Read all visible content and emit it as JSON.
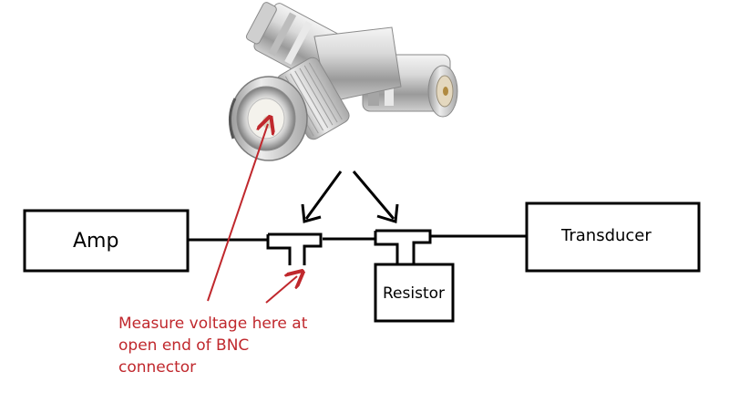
{
  "blocks": {
    "amp": "Amp",
    "transducer": "Transducer",
    "resistor": "Resistor"
  },
  "annotation": {
    "lines": [
      "Measure voltage here at",
      "open end of BNC",
      "connector"
    ],
    "color": "#c0282d"
  },
  "photo": {
    "subject": "BNC T connector",
    "icon": "bnc-t-connector-icon"
  },
  "colors": {
    "wire": "#000000",
    "metal_light": "#e6e6e6",
    "metal_mid": "#b5b5b5",
    "metal_dark": "#6f6f6f",
    "insulator": "#f3f1ec"
  }
}
